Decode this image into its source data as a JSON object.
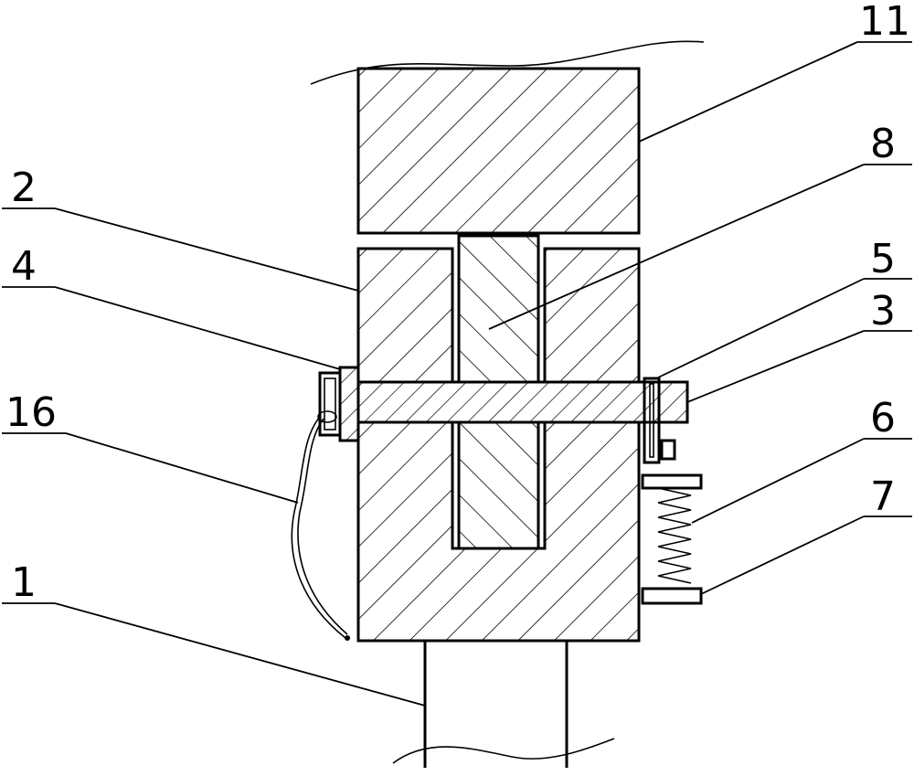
{
  "figure": {
    "background": "#ffffff",
    "ink": "#000000",
    "labels": {
      "l11": "11",
      "l8": "8",
      "l2": "2",
      "l4": "4",
      "l5": "5",
      "l3": "3",
      "l16": "16",
      "l6": "6",
      "l7": "7",
      "l1": "1"
    }
  }
}
